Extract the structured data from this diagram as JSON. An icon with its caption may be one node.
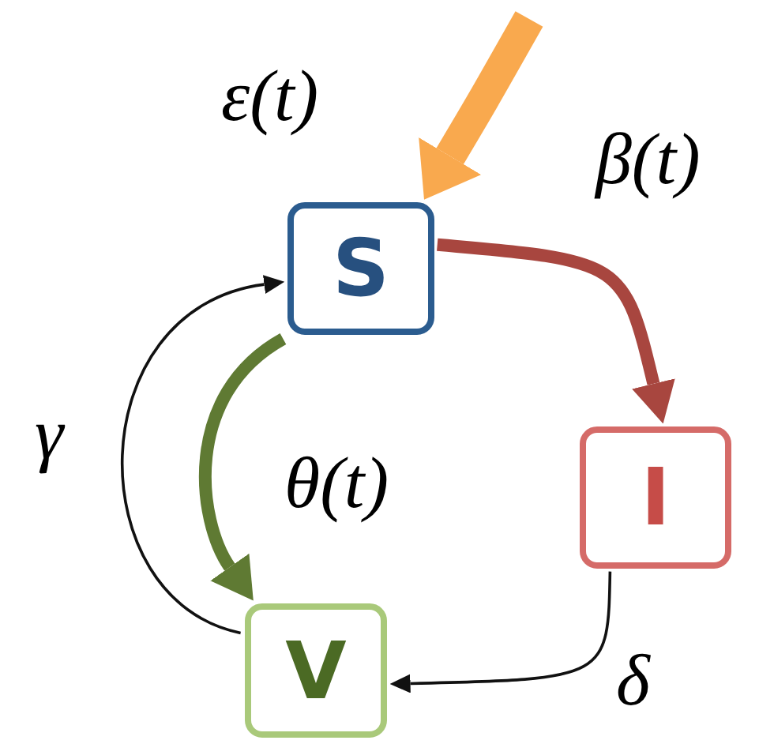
{
  "diagram": {
    "nodes": [
      {
        "text": [
          "S"
        ]
      },
      {
        "text": [
          "I"
        ]
      },
      {
        "text": [
          "V"
        ]
      }
    ],
    "edges": [
      {
        "from": null,
        "to": 0,
        "arrow": "to",
        "label": "ε(t)",
        "style": "thick",
        "color": "#f9a94e"
      },
      {
        "from": 0,
        "to": 1,
        "arrow": "to",
        "label": "β(t)",
        "color": "#a8463f"
      },
      {
        "from": 0,
        "to": 2,
        "arrow": "to",
        "label": "θ(t)",
        "color": "#5f7a33"
      },
      {
        "from": 2,
        "to": 0,
        "arrow": "to",
        "label": "γ"
      },
      {
        "from": 1,
        "to": 2,
        "arrow": "to",
        "label": "δ"
      }
    ]
  }
}
